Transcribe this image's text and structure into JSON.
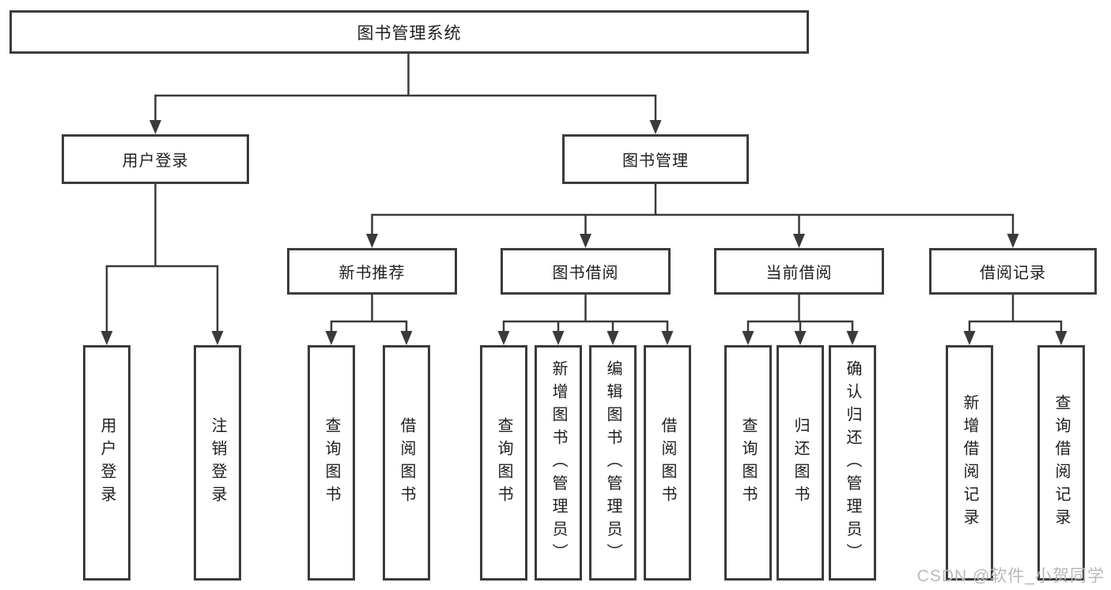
{
  "diagram": {
    "root": {
      "label": "图书管理系统"
    },
    "branches": [
      {
        "label": "用户登录",
        "leaves": [
          {
            "label": "用户登录"
          },
          {
            "label": "注销登录"
          }
        ]
      },
      {
        "label": "图书管理",
        "groups": [
          {
            "label": "新书推荐",
            "leaves": [
              {
                "label": "查询图书"
              },
              {
                "label": "借阅图书"
              }
            ]
          },
          {
            "label": "图书借阅",
            "leaves": [
              {
                "label": "查询图书"
              },
              {
                "label": "新增图书（管理员）"
              },
              {
                "label": "编辑图书（管理员）"
              },
              {
                "label": "借阅图书"
              }
            ]
          },
          {
            "label": "当前借阅",
            "leaves": [
              {
                "label": "查询图书"
              },
              {
                "label": "归还图书"
              },
              {
                "label": "确认归还（管理员）"
              }
            ]
          },
          {
            "label": "借阅记录",
            "leaves": [
              {
                "label": "新增借阅记录"
              },
              {
                "label": "查询借阅记录"
              }
            ]
          }
        ]
      }
    ],
    "watermark": "CSDN @软件_小贺同学",
    "colors": {
      "line": "#3a3a3a",
      "box_border": "#3b3b3b",
      "text": "#1e1e1e",
      "watermark": "#b9b9b9",
      "background": "#ffffff"
    }
  }
}
